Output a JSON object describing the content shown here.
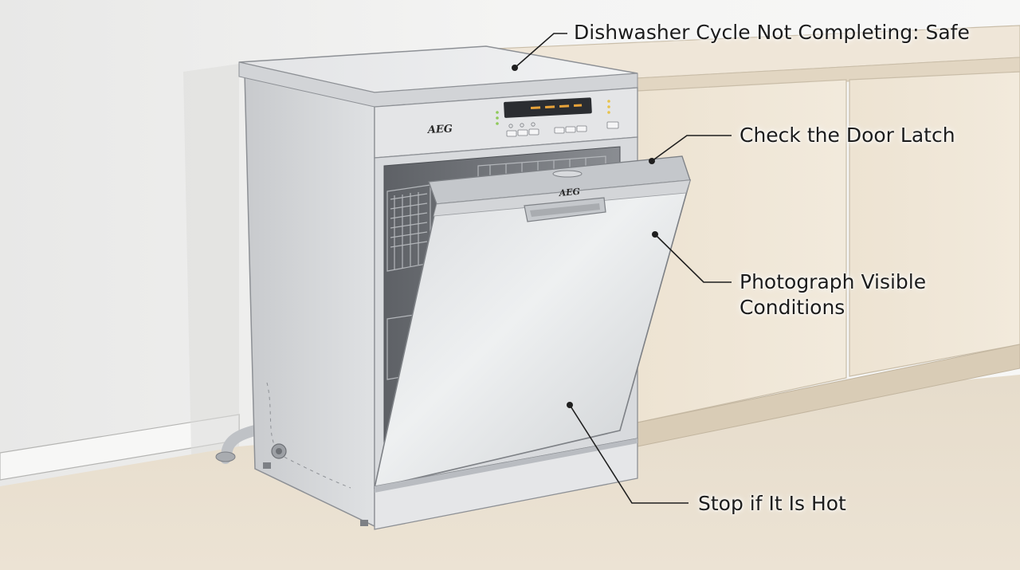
{
  "callouts": {
    "title": "Dishwasher Cycle Not Completing: Safe",
    "door_latch": "Check the Door Latch",
    "photograph_line1": "Photograph Visible",
    "photograph_line2": "Conditions",
    "hot": "Stop if It Is Hot"
  },
  "dishwasher": {
    "control_panel_brand": "AEG",
    "door_brand": "AEG"
  },
  "colors": {
    "wall": "#f2f2f1",
    "floor": "#e9dfcf",
    "cabinet": "#ece1cf",
    "steel_light": "#e7e8ea",
    "steel_dark": "#b9bcc1",
    "leader_line": "#1f1f1f",
    "display_amber": "#e8a33a",
    "indicator_green": "#8fc95a"
  }
}
